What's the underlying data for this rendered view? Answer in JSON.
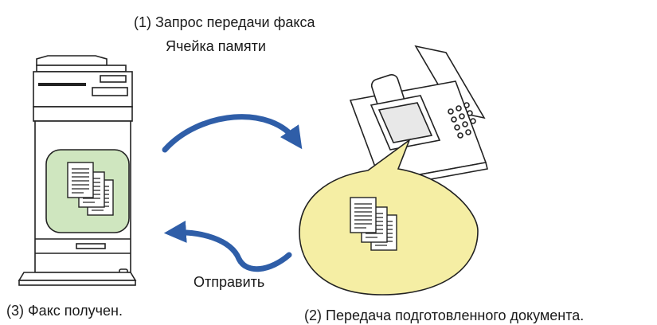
{
  "labels": {
    "request": "(1) Запрос передачи факса",
    "memory_box": "Ячейка памяти",
    "send": "Отправить",
    "received": "(3) Факс получен.",
    "transmit": "(2) Передача подготовленного документа."
  },
  "colors": {
    "arrow": "#2f5ea8",
    "memory_fill": "#cfe6bf",
    "bubble_fill": "#f5eea4",
    "outline": "#222222",
    "machine_fill": "#ffffff"
  }
}
